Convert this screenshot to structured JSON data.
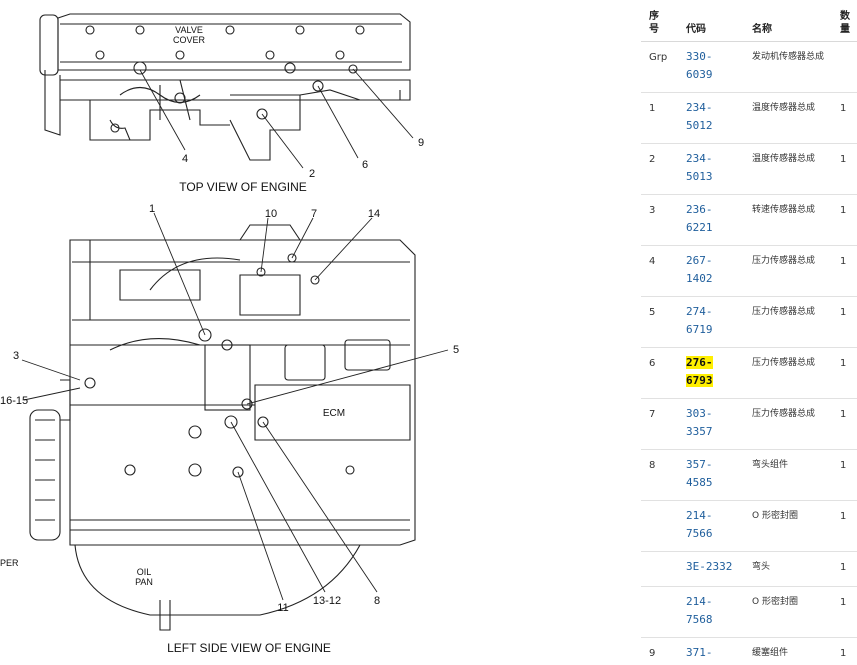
{
  "diagram": {
    "top_view_caption": "TOP VIEW OF ENGINE",
    "side_view_caption": "LEFT SIDE VIEW OF ENGINE",
    "valve_cover_line1": "VALVE",
    "valve_cover_line2": "COVER",
    "ecm_label": "ECM",
    "oil_pan_line1": "OIL",
    "oil_pan_line2": "PAN",
    "damper_label": "PER",
    "callouts_top": [
      "4",
      "2",
      "6",
      "9"
    ],
    "callouts_side": [
      "1",
      "10",
      "7",
      "14",
      "3",
      "16-15",
      "5",
      "11",
      "13-12",
      "8"
    ]
  },
  "parts_table": {
    "headers": {
      "seq_line1": "序",
      "seq_line2": "号",
      "code": "代码",
      "name": "名称",
      "qty_line1": "数",
      "qty_line2": "量"
    },
    "rows": [
      {
        "seq": "Grp",
        "code_line1": "330-",
        "code_line2": "6039",
        "name": "发动机传感器总成",
        "qty": ""
      },
      {
        "seq": "1",
        "code_line1": "234-",
        "code_line2": "5012",
        "name": "温度传感器总成",
        "qty": "1"
      },
      {
        "seq": "2",
        "code_line1": "234-",
        "code_line2": "5013",
        "name": "温度传感器总成",
        "qty": "1"
      },
      {
        "seq": "3",
        "code_line1": "236-",
        "code_line2": "6221",
        "name": "转速传感器总成",
        "qty": "1"
      },
      {
        "seq": "4",
        "code_line1": "267-",
        "code_line2": "1402",
        "name": "压力传感器总成",
        "qty": "1"
      },
      {
        "seq": "5",
        "code_line1": "274-",
        "code_line2": "6719",
        "name": "压力传感器总成",
        "qty": "1"
      },
      {
        "seq": "6",
        "code_line1": "276-",
        "code_line2": "6793",
        "name": "压力传感器总成",
        "qty": "1"
      },
      {
        "seq": "7",
        "code_line1": "303-",
        "code_line2": "3357",
        "name": "压力传感器总成",
        "qty": "1"
      },
      {
        "seq": "8",
        "code_line1": "357-",
        "code_line2": "4585",
        "name": "弯头组件",
        "qty": "1"
      },
      {
        "seq": "",
        "code_line1": "214-",
        "code_line2": "7566",
        "name": "O 形密封圈",
        "qty": "1"
      },
      {
        "seq": "",
        "code_line1": "3E-2332",
        "code_line2": "",
        "name": "弯头",
        "qty": "1"
      },
      {
        "seq": "",
        "code_line1": "214-",
        "code_line2": "7568",
        "name": "O 形密封圈",
        "qty": "1"
      },
      {
        "seq": "9",
        "code_line1": "371-",
        "code_line2": "",
        "name": "缓塞组件",
        "qty": "1"
      }
    ],
    "highlight_color": "#ffef00",
    "link_color": "#1f5e9c"
  }
}
